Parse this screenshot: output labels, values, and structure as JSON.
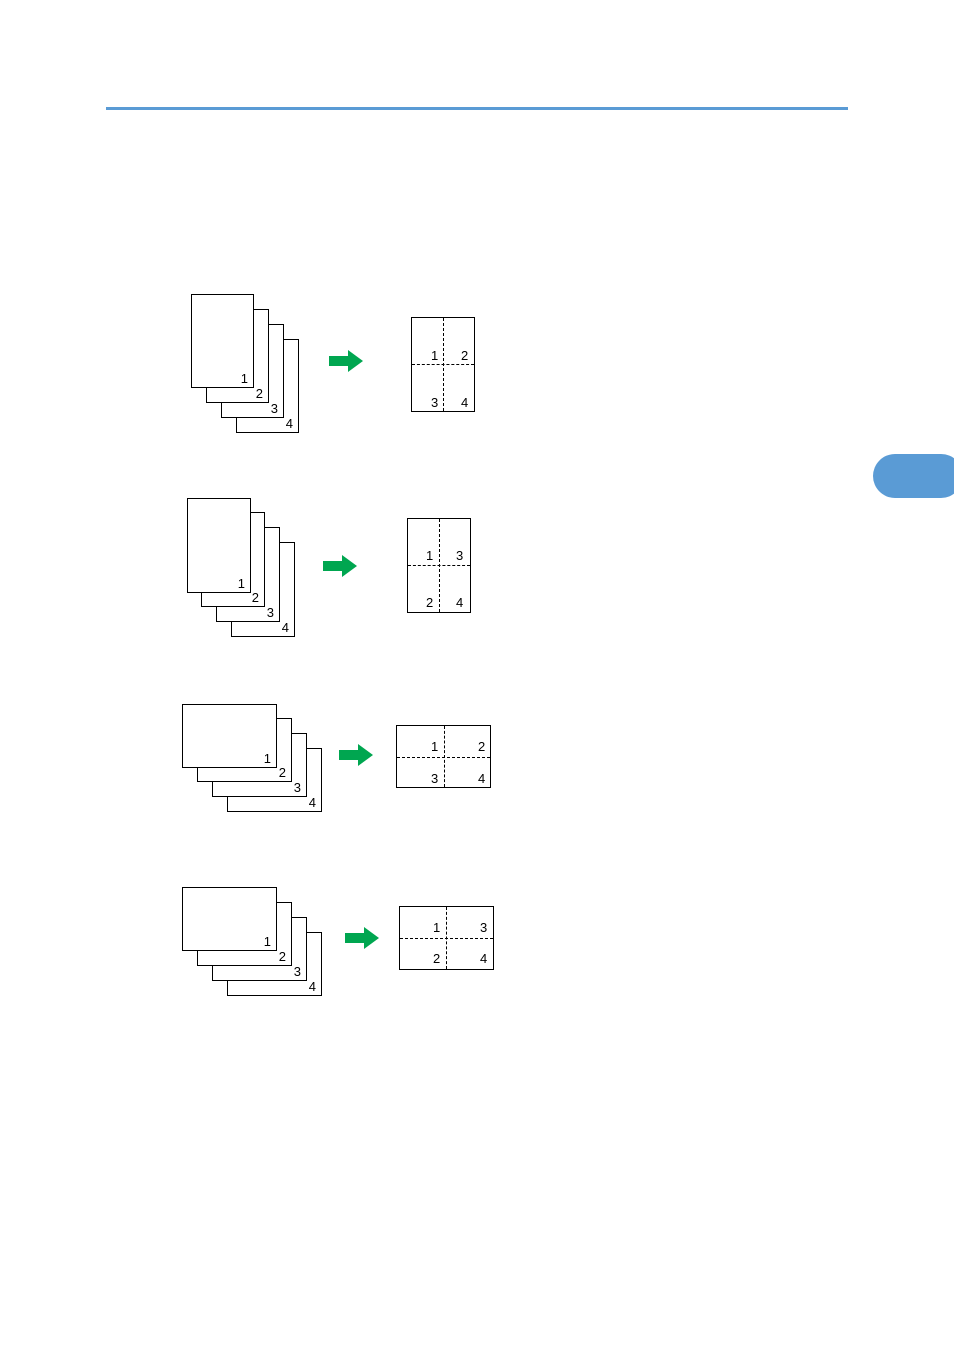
{
  "colors": {
    "accent": "#5a9bd5",
    "arrow": "#00a650"
  },
  "figures": [
    {
      "stack_labels": [
        "1",
        "2",
        "3",
        "4"
      ],
      "sheet_labels": [
        "1",
        "2",
        "3",
        "4"
      ],
      "arrow_icon": "green-right-arrow"
    },
    {
      "stack_labels": [
        "1",
        "2",
        "3",
        "4"
      ],
      "sheet_labels": [
        "1",
        "3",
        "2",
        "4"
      ],
      "arrow_icon": "green-right-arrow"
    },
    {
      "stack_labels": [
        "1",
        "2",
        "3",
        "4"
      ],
      "sheet_labels": [
        "1",
        "2",
        "3",
        "4"
      ],
      "arrow_icon": "green-right-arrow"
    },
    {
      "stack_labels": [
        "1",
        "2",
        "3",
        "4"
      ],
      "sheet_labels": [
        "1",
        "3",
        "2",
        "4"
      ],
      "arrow_icon": "green-right-arrow"
    }
  ]
}
